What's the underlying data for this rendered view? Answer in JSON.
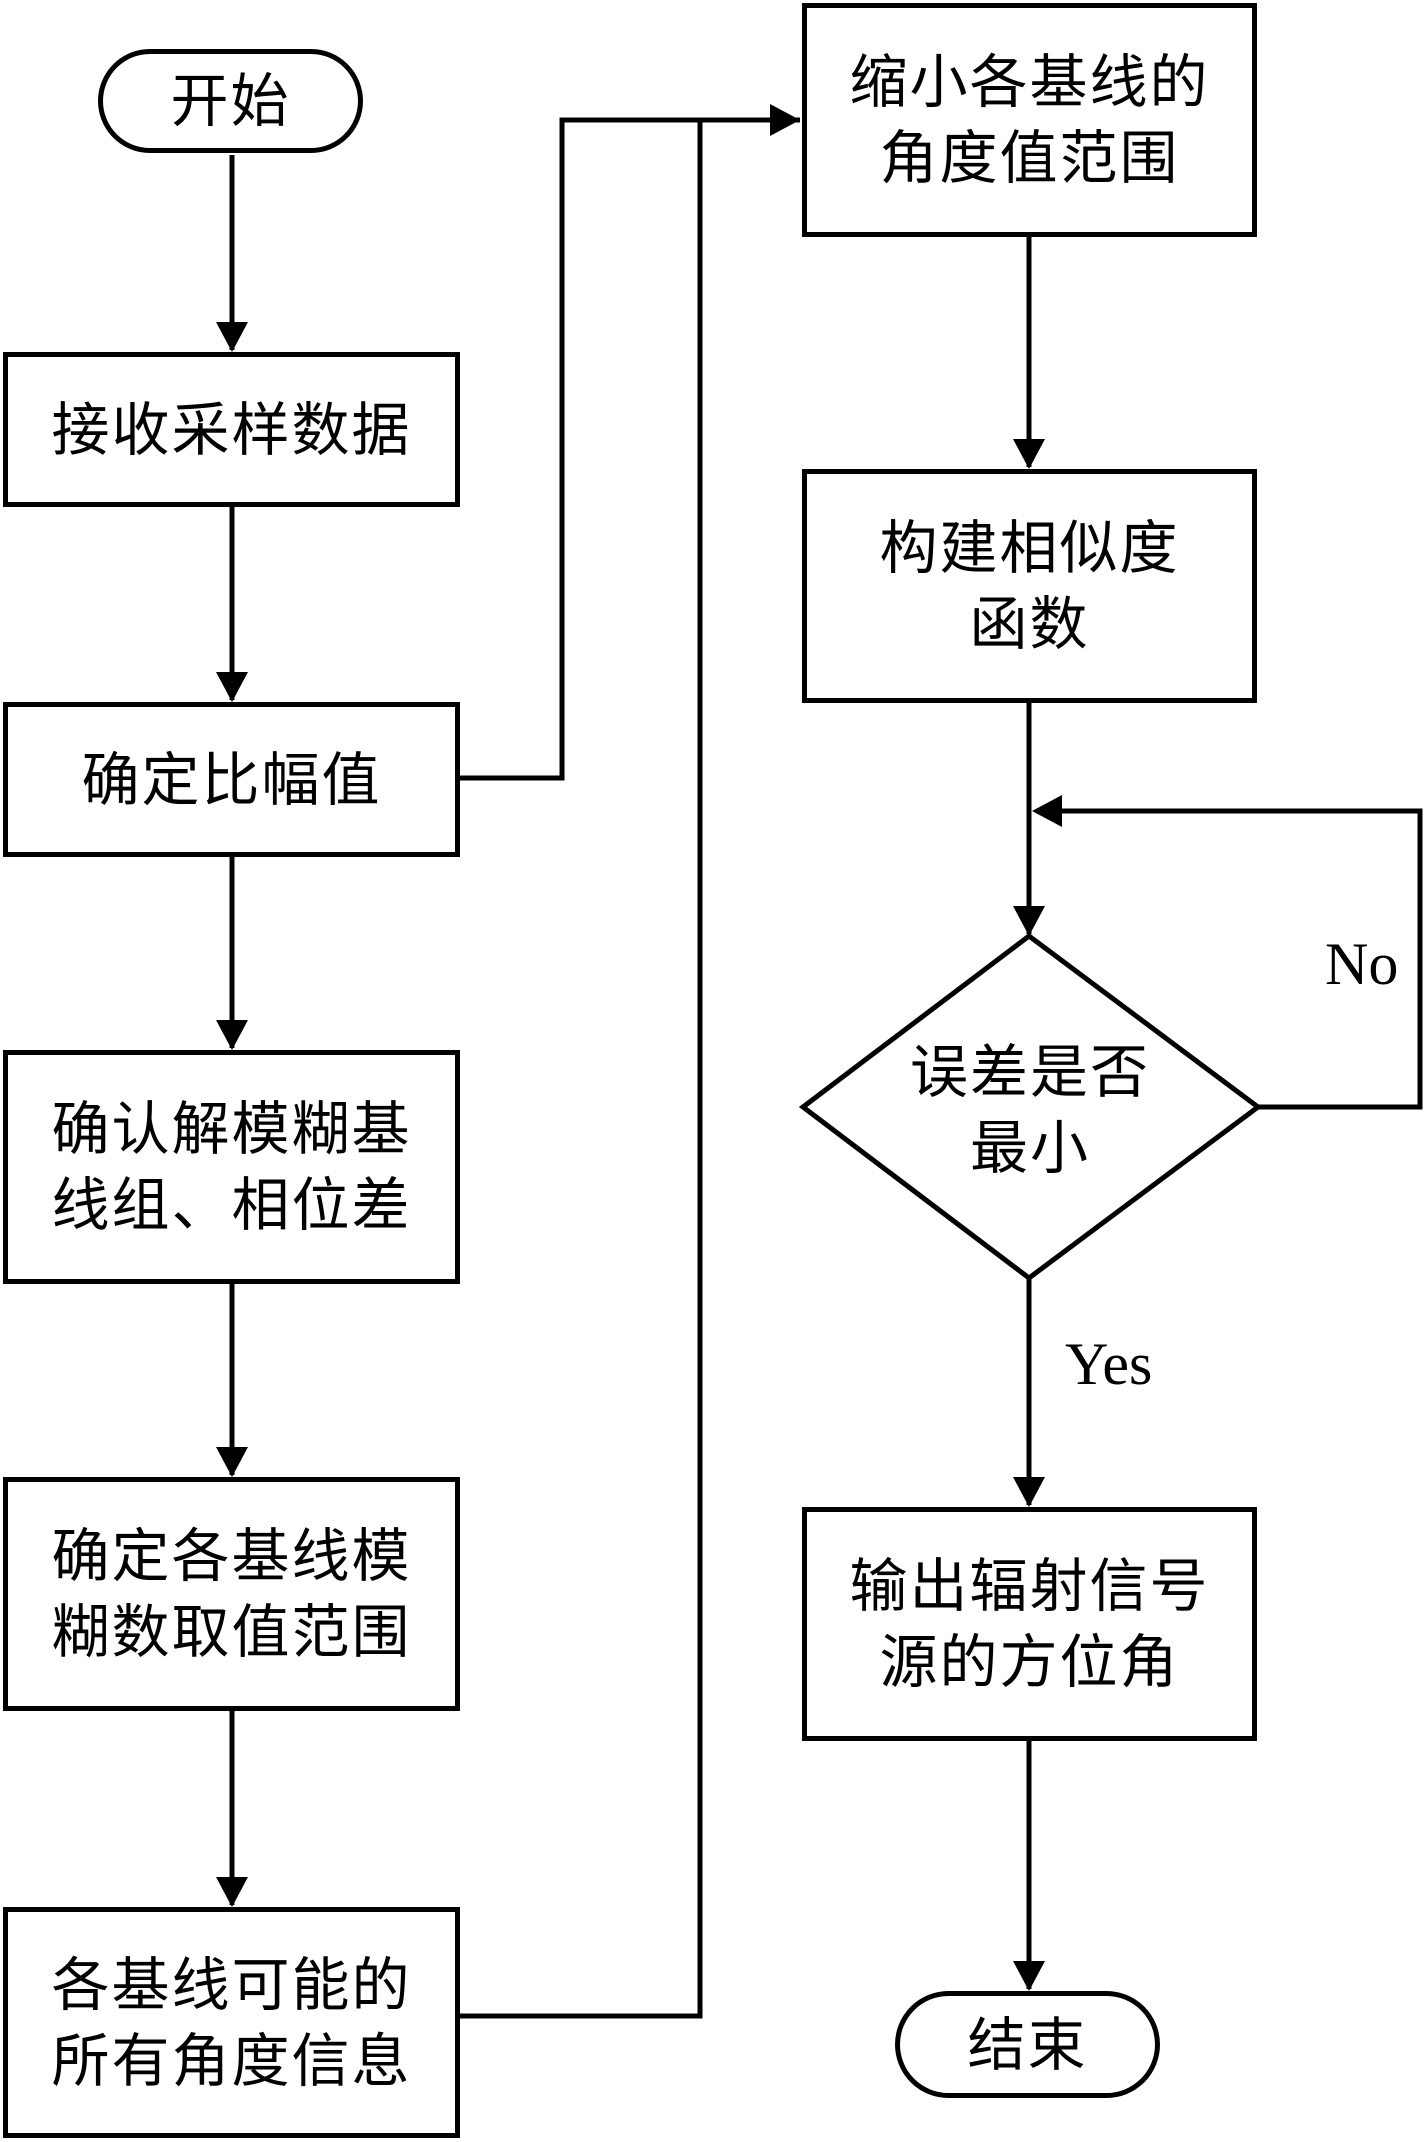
{
  "title": "解模糊测向算法流程图",
  "nodes": {
    "start": "开始",
    "receive": "接收采样数据",
    "ratio": "确定比幅值",
    "confirm": "确认解模糊基\n线组、相位差",
    "range": "确定各基线模\n糊数取值范围",
    "angles": "各基线可能的\n所有角度信息",
    "narrow": "缩小各基线的\n角度值范围",
    "similarity": "构建相似度\n函数",
    "decision": "误差是否\n最小",
    "output": "输出辐射信号\n源的方位角",
    "end": "结束"
  },
  "edge_labels": {
    "no": "No",
    "yes": "Yes"
  },
  "colors": {
    "stroke": "#000000",
    "background": "#ffffff"
  }
}
